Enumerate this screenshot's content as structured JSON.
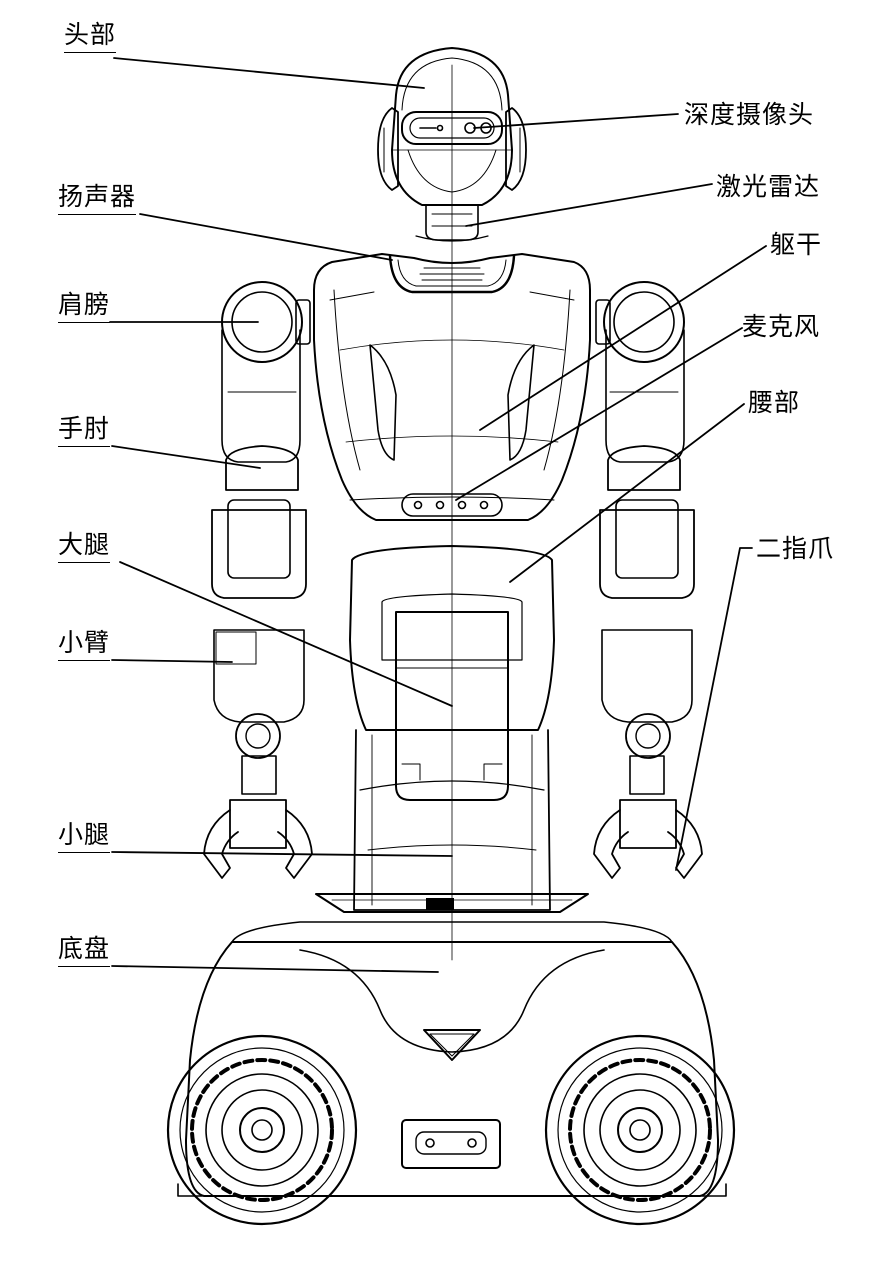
{
  "diagram": {
    "labels": {
      "head": "头部",
      "depth_camera": "深度摄像头",
      "lidar": "激光雷达",
      "speaker": "扬声器",
      "torso": "躯干",
      "shoulder": "肩膀",
      "microphone": "麦克风",
      "elbow": "手肘",
      "waist": "腰部",
      "thigh": "大腿",
      "gripper": "二指爪",
      "forearm": "小臂",
      "shank": "小腿",
      "chassis": "底盘"
    },
    "colors": {
      "line": "#000000",
      "background": "#ffffff"
    }
  }
}
